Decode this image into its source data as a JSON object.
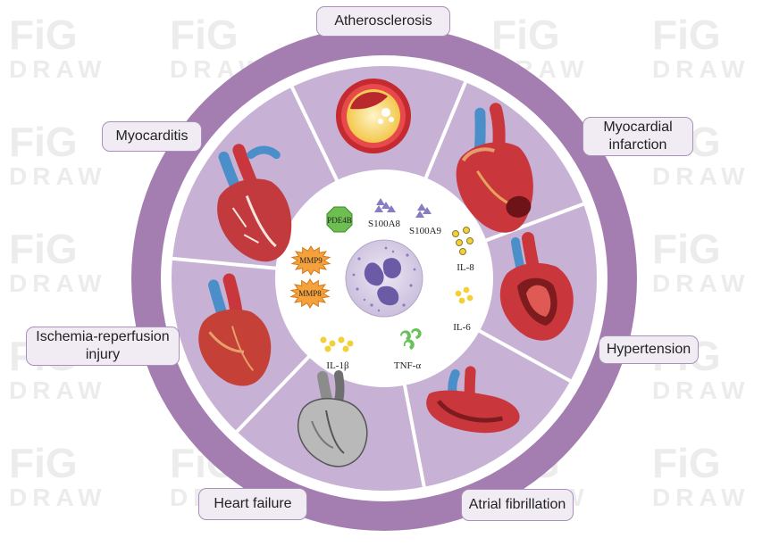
{
  "watermark": {
    "line1": "FiG",
    "line2": "DRAW"
  },
  "diseases": {
    "atherosclerosis": "Atherosclerosis",
    "myocarditis": "Myocarditis",
    "myocardial_infarction": [
      "Myocardial",
      "infarction"
    ],
    "ischemia_reperfusion": [
      "Ischemia-reperfusion",
      "injury"
    ],
    "hypertension": "Hypertension",
    "heart_failure": "Heart failure",
    "atrial_fibrillation": "Atrial fibrillation"
  },
  "molecules": {
    "pde4b": "PDE4B",
    "s100a8": "S100A8",
    "s100a9": "S100A9",
    "mmp9": "MMP9",
    "mmp8": "MMP8",
    "il8": "IL-8",
    "il6": "IL-6",
    "il1b": "IL-1β",
    "tnfa": "TNF-α"
  },
  "colors": {
    "outer_ring": "#a47eb0",
    "segment_fill": "#c7b1d4",
    "center_disk": "#ffffff",
    "pde4b_fill": "#6cbf50",
    "mmp_fill": "#f5a23c",
    "cytokine_yellow": "#f2d03a",
    "tnf_green": "#69c15a",
    "s100_purple": "#8a7cc2",
    "heart_red": "#c9373d",
    "vessel_blue": "#4a8fc9"
  }
}
